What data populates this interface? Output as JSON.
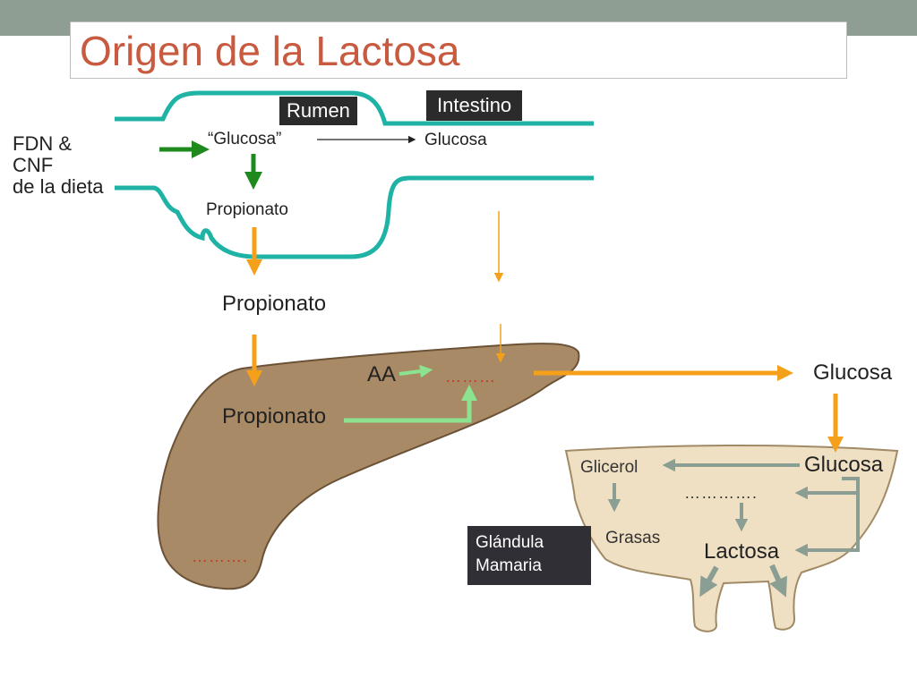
{
  "title": "Origen de la Lactosa",
  "colors": {
    "topbar": "#8e9e93",
    "title": "#c75a3f",
    "tract": "#1fb3a6",
    "green_arrow": "#1e8a1e",
    "orange_arrow": "#f5a01a",
    "light_green_arrow": "#8be38f",
    "grey_arrow": "#8a9e93",
    "liver": "#a98a66",
    "gland": "#efe0c4"
  },
  "labels": {
    "rumen": "Rumen",
    "intestino": "Intestino",
    "diet": [
      "FDN &",
      "CNF",
      "de la dieta"
    ],
    "glucosa_quoted": "“Glucosa”",
    "glucosa_intestine": "Glucosa",
    "propionato_rumen": "Propionato",
    "propionato_blood": "Propionato",
    "propionato_liver": "Propionato",
    "aa": "AA",
    "dots_liver": "………",
    "dots_liver_bottom": "……….",
    "glucosa_out": "Glucosa",
    "glucosa_gland": "Glucosa",
    "glicerol": "Glicerol",
    "dots_gland": "………….",
    "grasas": "Grasas",
    "lactosa": "Lactosa",
    "glandula": [
      "Glándula",
      "Mamaria"
    ]
  }
}
